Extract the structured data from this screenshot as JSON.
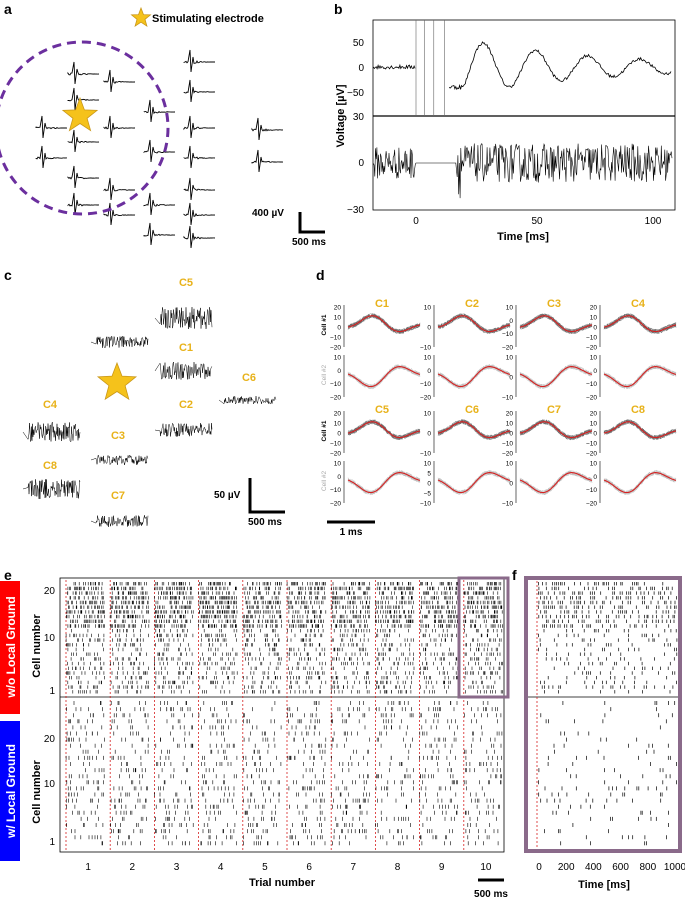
{
  "panels": {
    "a": "a",
    "b": "b",
    "c": "c",
    "d": "d",
    "e": "e",
    "f": "f"
  },
  "panel_a": {
    "legend": "Stimulating electrode",
    "scale_v": "400 µV",
    "scale_t": "500 ms",
    "circle_color": "#6b2f9e",
    "star_color": "#f5c21b"
  },
  "panel_b": {
    "ylabel": "Voltage [µV]",
    "xlabel": "Time [ms]",
    "top_yticks": [
      "50",
      "0",
      "−50"
    ],
    "bottom_yticks": [
      "30",
      "0",
      "−30"
    ],
    "xticks": [
      "0",
      "50",
      "100"
    ]
  },
  "panel_c": {
    "cells": [
      "C5",
      "C1",
      "C2",
      "C6",
      "C4",
      "C3",
      "C8",
      "C7"
    ],
    "scale_v": "50 µV",
    "scale_t": "500 ms"
  },
  "panel_d": {
    "row1_cells": [
      "C1",
      "C2",
      "C3",
      "C4"
    ],
    "row2_cells": [
      "C5",
      "C6",
      "C7",
      "C8"
    ],
    "cell1_label": "Cell #1",
    "cell2_label": "Cell #2",
    "scale_t": "1 ms",
    "mean_color": "#d62020",
    "ticks_c1_top": [
      "20",
      "10",
      "0",
      "−10",
      "−20"
    ],
    "ticks_c1_bottom": [
      "10",
      "0",
      "−10",
      "−20"
    ],
    "ticks_c2_top": [
      "10",
      "0",
      "−10"
    ],
    "ticks_c2_bottom": [
      "10",
      "0",
      "−10",
      "−20"
    ],
    "ticks_c3_top": [
      "10",
      "0",
      "−10",
      "−20"
    ],
    "ticks_c3_bottom": [
      "10",
      "0",
      "−10"
    ],
    "ticks_c4_top": [
      "20",
      "10",
      "0",
      "−10",
      "−20"
    ],
    "ticks_c4_bottom": [
      "10",
      "0",
      "−10",
      "−20"
    ],
    "ticks_c5_top": [
      "20",
      "10",
      "0",
      "−10",
      "−20"
    ],
    "ticks_c5_bottom": [
      "10",
      "0",
      "−10",
      "−20"
    ],
    "ticks_c6_top": [
      "10",
      "0",
      "−10"
    ],
    "ticks_c6_bottom": [
      "10",
      "5",
      "0",
      "−5",
      "−10"
    ],
    "ticks_c7_top": [
      "20",
      "10",
      "0",
      "−10",
      "−20"
    ],
    "ticks_c7_bottom": [
      "10",
      "0",
      "−10"
    ],
    "ticks_c8_top": [
      "20",
      "10",
      "0",
      "−10",
      "−20"
    ],
    "ticks_c8_bottom": [
      "10",
      "0",
      "−10",
      "−20"
    ]
  },
  "panel_e": {
    "label_top": "w/o Local Ground",
    "label_bottom": "w/ Local Ground",
    "ylabel": "Cell number",
    "yticks": [
      "20",
      "10",
      "1"
    ],
    "xlabel": "Trial number",
    "trials": [
      "1",
      "2",
      "3",
      "4",
      "5",
      "6",
      "7",
      "8",
      "9",
      "10"
    ],
    "scale_t": "500 ms",
    "top_color": "#ff0000",
    "bottom_color": "#0000ff",
    "frame_color": "#8a6a8a"
  },
  "panel_f": {
    "xlabel": "Time [ms]",
    "xticks": [
      "0",
      "200",
      "400",
      "600",
      "800",
      "1000"
    ]
  }
}
